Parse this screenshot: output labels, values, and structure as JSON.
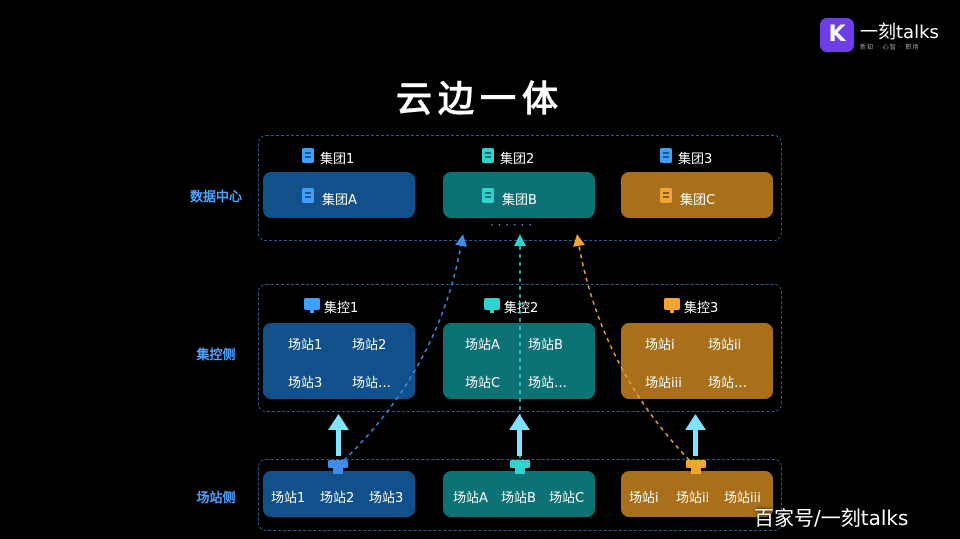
{
  "title": "云边一体",
  "logo": {
    "mark": "K",
    "name": "一刻talks",
    "tagline": "新知 · 心智 · 职场"
  },
  "watermark": "百家号/一刻talks",
  "rows": {
    "data_center": "数据中心",
    "control": "集控侧",
    "station": "场站侧"
  },
  "data_center": {
    "groups": [
      {
        "header": "集团1",
        "card": "集团A",
        "color": "#1b6fc4"
      },
      {
        "header": "集团2",
        "card": "集团B",
        "color": "#15a2a0"
      },
      {
        "header": "集团3",
        "card": "集团C",
        "color": "#e89a1e"
      }
    ],
    "ellipsis": "· · · · · ·"
  },
  "control": {
    "centers": [
      {
        "header": "集控1",
        "stations": [
          "场站1",
          "场站2",
          "场站3",
          "场站…"
        ]
      },
      {
        "header": "集控2",
        "stations": [
          "场站A",
          "场站B",
          "场站C",
          "场站…"
        ]
      },
      {
        "header": "集控3",
        "stations": [
          "场站i",
          "场站ii",
          "场站iii",
          "场站…"
        ]
      }
    ]
  },
  "stations": {
    "groups": [
      [
        "场站1",
        "场站2",
        "场站3"
      ],
      [
        "场站A",
        "场站B",
        "场站C"
      ],
      [
        "场站i",
        "场站ii",
        "场站iii"
      ]
    ]
  },
  "colors": {
    "blue": "#11508a",
    "teal": "#0d7276",
    "gold": "#a8701a",
    "accent": "#4ea0ff",
    "arrow": "#7fe3ff"
  }
}
